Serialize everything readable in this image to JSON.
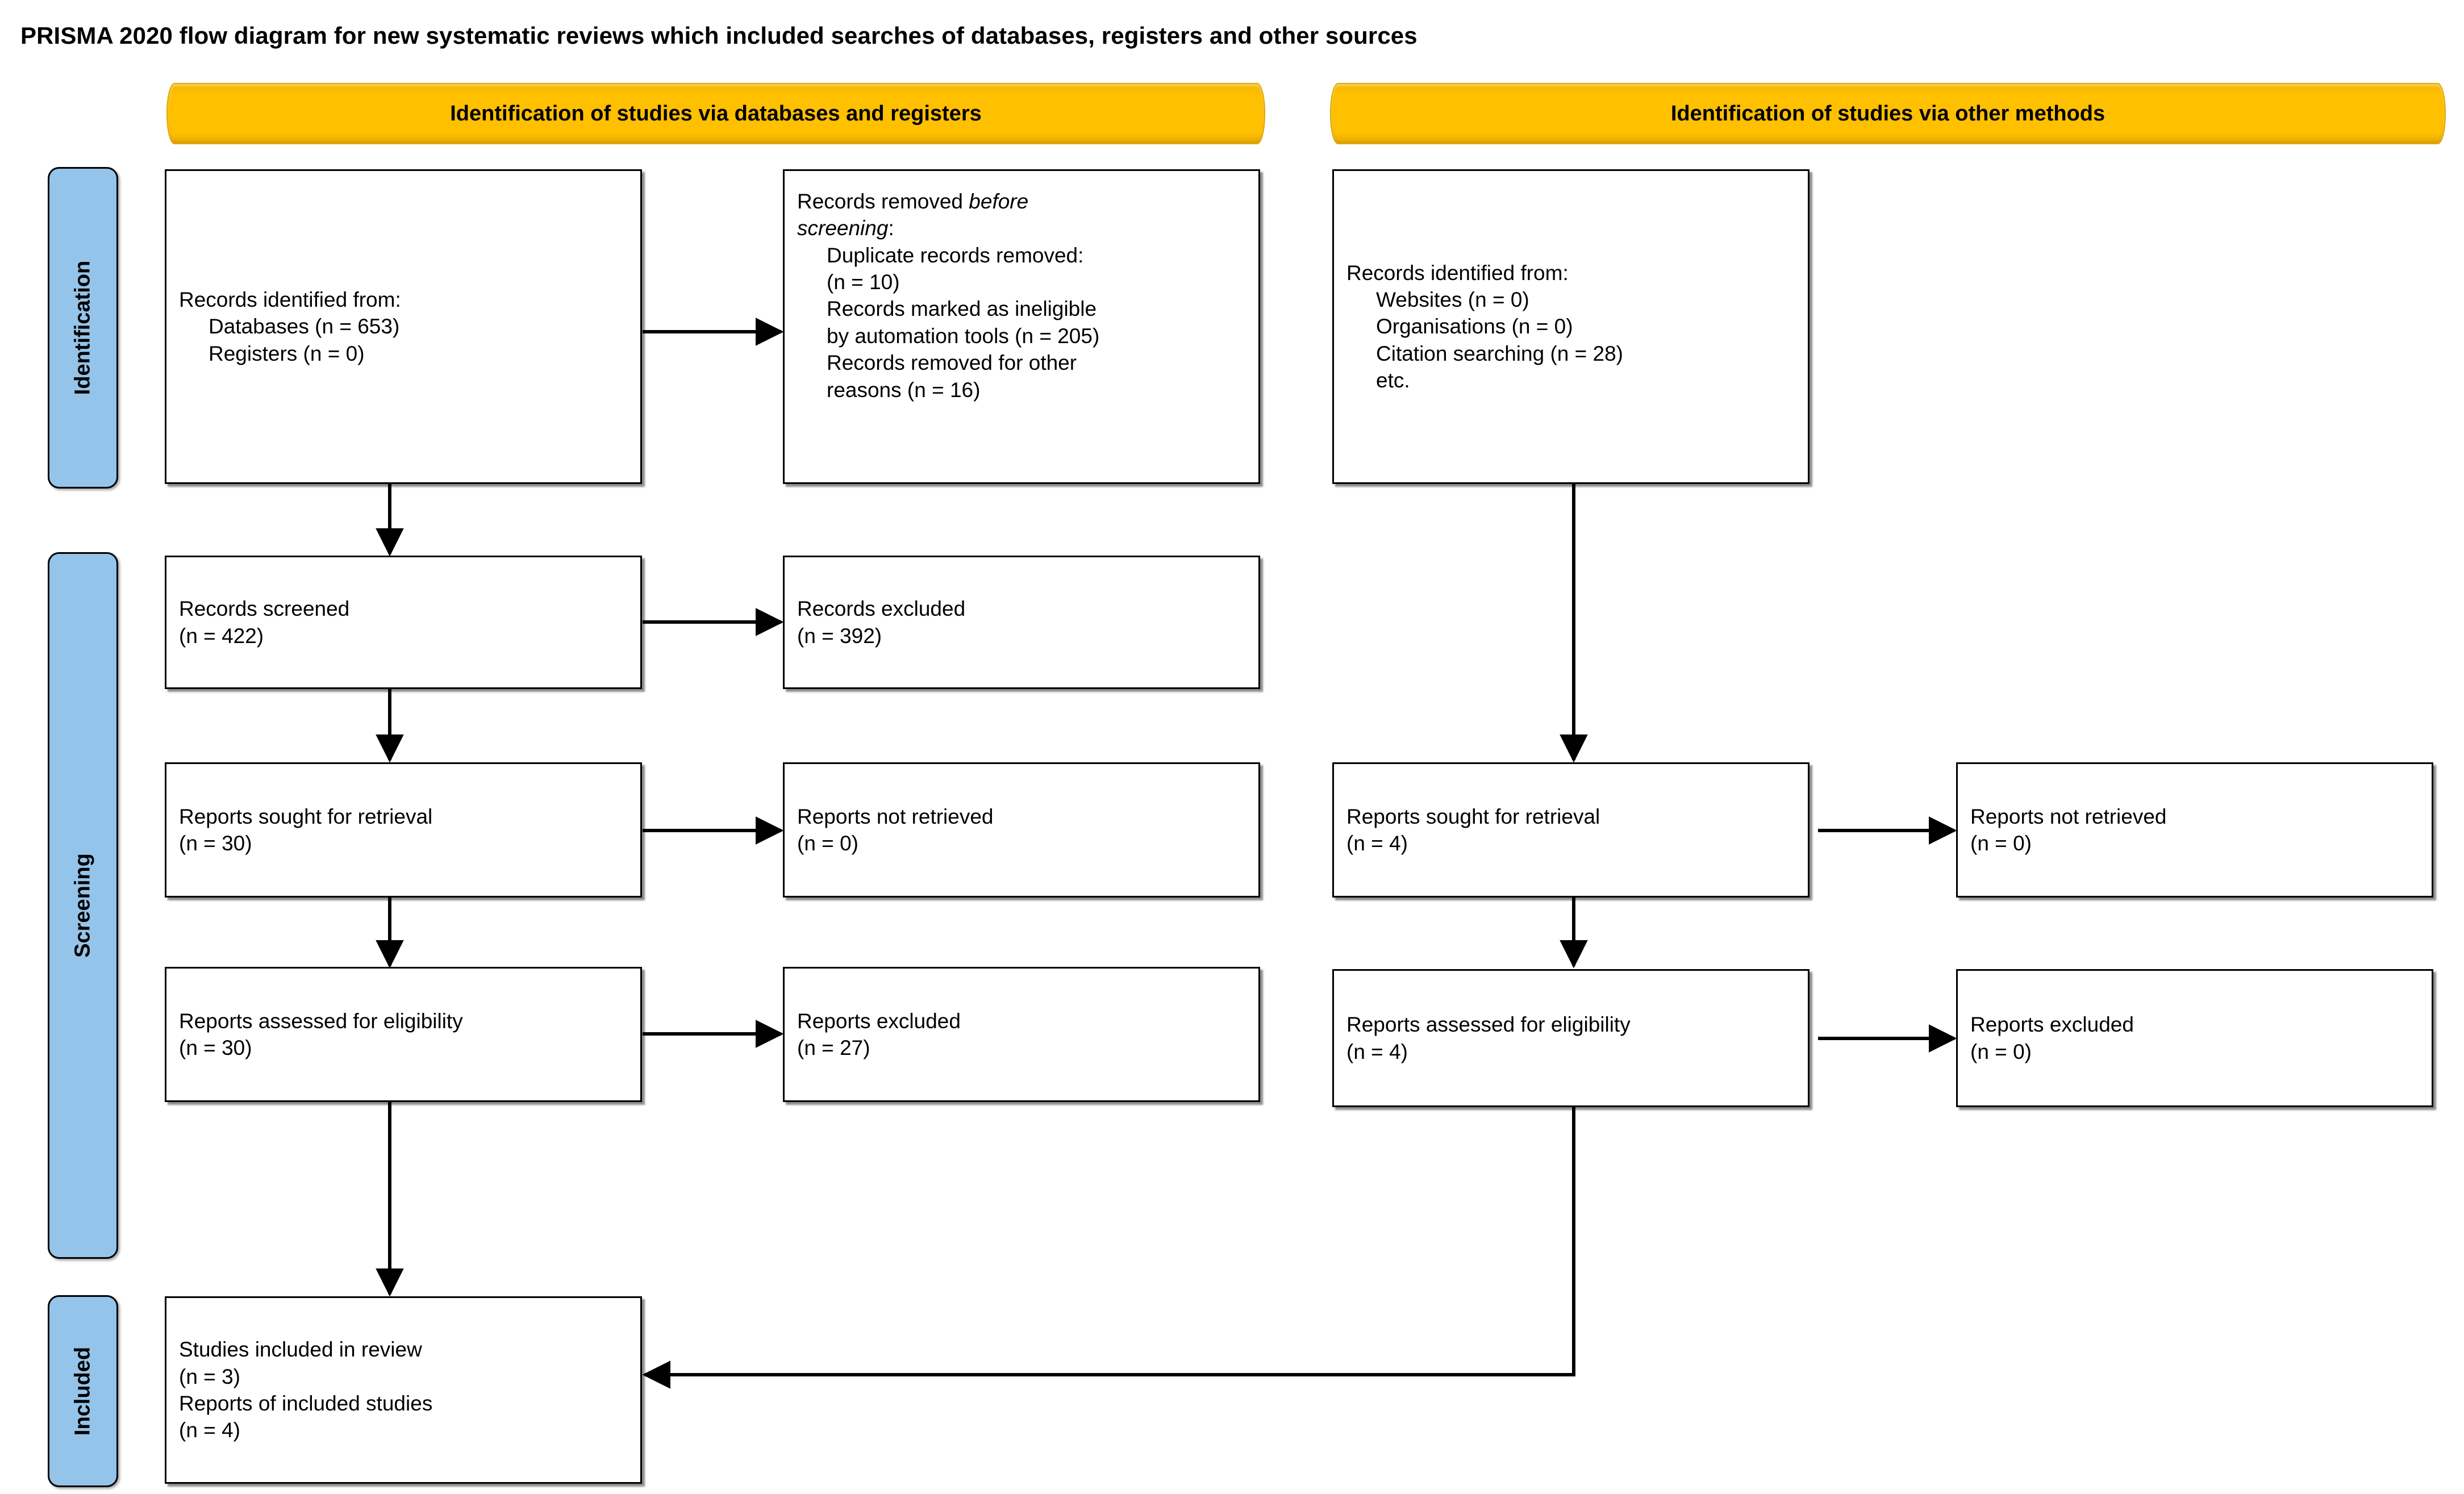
{
  "page": {
    "title": "PRISMA 2020 flow diagram for new systematic reviews which included searches of databases, registers and other sources"
  },
  "colors": {
    "header_banner": "#ffc000",
    "stage_pill": "#95c4ea",
    "box_border": "#000000",
    "box_fill": "#ffffff",
    "connector": "#000000"
  },
  "headers": [
    {
      "id": "databases-registers",
      "label": "Identification of studies via databases and registers"
    },
    {
      "id": "other-methods",
      "label": "Identification of studies via other methods"
    }
  ],
  "stages": [
    {
      "id": "identification",
      "label": "Identification"
    },
    {
      "id": "screening",
      "label": "Screening"
    },
    {
      "id": "included",
      "label": "Included"
    }
  ],
  "boxes": {
    "records_identified": {
      "lines": [
        {
          "text": "Records identified from:",
          "indent": false,
          "italic": false
        },
        {
          "text": "Databases (n = 653)",
          "indent": true,
          "italic": false
        },
        {
          "text": "Registers (n = 0)",
          "indent": true,
          "italic": false
        }
      ]
    },
    "records_removed": {
      "lines": [
        {
          "text": "Records removed before",
          "indent": false,
          "italic_tail": "before"
        },
        {
          "text": "screening:",
          "indent": false,
          "italic_lead": true
        },
        {
          "text": "Duplicate records removed:",
          "indent": true
        },
        {
          "text": "(n = 10)",
          "indent": true
        },
        {
          "text": "Records marked as ineligible",
          "indent": true
        },
        {
          "text": "by automation tools (n = 205)",
          "indent": true
        },
        {
          "text": "Records removed for other",
          "indent": true
        },
        {
          "text": "reasons (n = 16)",
          "indent": true
        }
      ]
    },
    "records_identified_other": {
      "lines": [
        {
          "text": "Records identified from:",
          "indent": false
        },
        {
          "text": "Websites (n = 0)",
          "indent": true
        },
        {
          "text": "Organisations (n = 0)",
          "indent": true
        },
        {
          "text": "Citation searching (n = 28)",
          "indent": true
        },
        {
          "text": "etc.",
          "indent": true
        }
      ]
    },
    "records_screened": {
      "lines": [
        {
          "text": "Records screened",
          "indent": false
        },
        {
          "text": "(n = 422)",
          "indent": false
        }
      ]
    },
    "records_excluded": {
      "lines": [
        {
          "text": "Records excluded",
          "indent": false
        },
        {
          "text": "(n = 392)",
          "indent": false
        }
      ]
    },
    "reports_sought_db": {
      "lines": [
        {
          "text": "Reports sought for retrieval",
          "indent": false
        },
        {
          "text": "(n = 30)",
          "indent": false
        }
      ]
    },
    "reports_not_retrieved_db": {
      "lines": [
        {
          "text": "Reports not retrieved",
          "indent": false
        },
        {
          "text": "(n = 0)",
          "indent": false
        }
      ]
    },
    "reports_assessed_db": {
      "lines": [
        {
          "text": "Reports assessed for eligibility",
          "indent": false
        },
        {
          "text": "(n = 30)",
          "indent": false
        }
      ]
    },
    "reports_excluded_db": {
      "lines": [
        {
          "text": "Reports excluded",
          "indent": false
        },
        {
          "text": "(n = 27)",
          "indent": false
        }
      ]
    },
    "reports_sought_other": {
      "lines": [
        {
          "text": "Reports sought for retrieval",
          "indent": false
        },
        {
          "text": "(n = 4)",
          "indent": false
        }
      ]
    },
    "reports_not_retrieved_other": {
      "lines": [
        {
          "text": "Reports not retrieved",
          "indent": false
        },
        {
          "text": "(n = 0)",
          "indent": false
        }
      ]
    },
    "reports_assessed_other": {
      "lines": [
        {
          "text": "Reports assessed for eligibility",
          "indent": false
        },
        {
          "text": "(n = 4)",
          "indent": false
        }
      ]
    },
    "reports_excluded_other": {
      "lines": [
        {
          "text": "Reports excluded",
          "indent": false
        },
        {
          "text": "(n = 0)",
          "indent": false
        }
      ]
    },
    "studies_included": {
      "lines": [
        {
          "text": "Studies included in review",
          "indent": false
        },
        {
          "text": "(n = 3)",
          "indent": false
        },
        {
          "text": "Reports of included studies",
          "indent": false
        },
        {
          "text": "(n = 4)",
          "indent": false
        }
      ]
    }
  },
  "chart_data": {
    "type": "flow-diagram",
    "title": "PRISMA 2020 flow diagram for new systematic reviews which included searches of databases, registers and other sources",
    "nodes": [
      {
        "id": "records_identified",
        "stage": "Identification",
        "column": "databases-registers",
        "label": "Records identified from",
        "values": {
          "Databases": 653,
          "Registers": 0
        }
      },
      {
        "id": "records_removed",
        "stage": "Identification",
        "column": "databases-registers",
        "label": "Records removed before screening",
        "values": {
          "Duplicate records removed": 10,
          "Records marked as ineligible by automation tools": 205,
          "Records removed for other reasons": 16
        }
      },
      {
        "id": "records_identified_other",
        "stage": "Identification",
        "column": "other-methods",
        "label": "Records identified from",
        "values": {
          "Websites": 0,
          "Organisations": 0,
          "Citation searching": 28
        }
      },
      {
        "id": "records_screened",
        "stage": "Screening",
        "column": "databases-registers",
        "label": "Records screened",
        "n": 422
      },
      {
        "id": "records_excluded",
        "stage": "Screening",
        "column": "databases-registers",
        "label": "Records excluded",
        "n": 392
      },
      {
        "id": "reports_sought_db",
        "stage": "Screening",
        "column": "databases-registers",
        "label": "Reports sought for retrieval",
        "n": 30
      },
      {
        "id": "reports_not_retrieved_db",
        "stage": "Screening",
        "column": "databases-registers",
        "label": "Reports not retrieved",
        "n": 0
      },
      {
        "id": "reports_assessed_db",
        "stage": "Screening",
        "column": "databases-registers",
        "label": "Reports assessed for eligibility",
        "n": 30
      },
      {
        "id": "reports_excluded_db",
        "stage": "Screening",
        "column": "databases-registers",
        "label": "Reports excluded",
        "n": 27
      },
      {
        "id": "reports_sought_other",
        "stage": "Screening",
        "column": "other-methods",
        "label": "Reports sought for retrieval",
        "n": 4
      },
      {
        "id": "reports_not_retrieved_other",
        "stage": "Screening",
        "column": "other-methods",
        "label": "Reports not retrieved",
        "n": 0
      },
      {
        "id": "reports_assessed_other",
        "stage": "Screening",
        "column": "other-methods",
        "label": "Reports assessed for eligibility",
        "n": 4
      },
      {
        "id": "reports_excluded_other",
        "stage": "Screening",
        "column": "other-methods",
        "label": "Reports excluded",
        "n": 0
      },
      {
        "id": "studies_included",
        "stage": "Included",
        "column": "databases-registers",
        "label": "Studies included in review",
        "values": {
          "Studies included in review": 3,
          "Reports of included studies": 4
        }
      }
    ],
    "edges": [
      {
        "from": "records_identified",
        "to": "records_removed"
      },
      {
        "from": "records_identified",
        "to": "records_screened"
      },
      {
        "from": "records_screened",
        "to": "records_excluded"
      },
      {
        "from": "records_screened",
        "to": "reports_sought_db"
      },
      {
        "from": "reports_sought_db",
        "to": "reports_not_retrieved_db"
      },
      {
        "from": "reports_sought_db",
        "to": "reports_assessed_db"
      },
      {
        "from": "reports_assessed_db",
        "to": "reports_excluded_db"
      },
      {
        "from": "reports_assessed_db",
        "to": "studies_included"
      },
      {
        "from": "records_identified_other",
        "to": "reports_sought_other"
      },
      {
        "from": "reports_sought_other",
        "to": "reports_not_retrieved_other"
      },
      {
        "from": "reports_sought_other",
        "to": "reports_assessed_other"
      },
      {
        "from": "reports_assessed_other",
        "to": "reports_excluded_other"
      },
      {
        "from": "reports_assessed_other",
        "to": "studies_included"
      }
    ]
  }
}
